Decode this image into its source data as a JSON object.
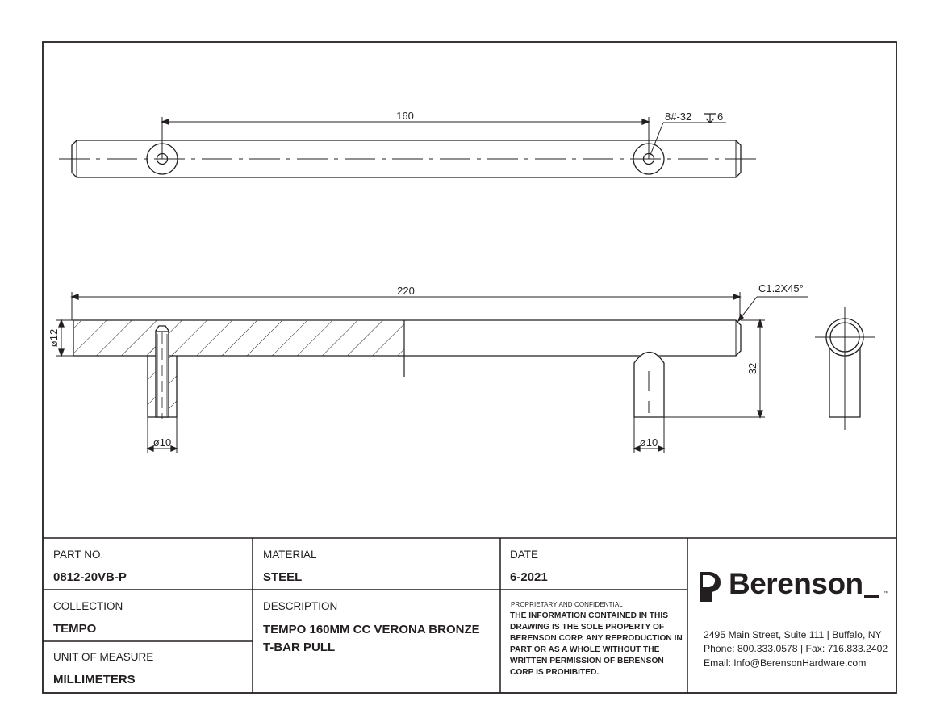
{
  "drawing": {
    "dim_center_to_center": "160",
    "dim_thread": "8#-32",
    "dim_thread_depth": "6",
    "dim_overall_length": "220",
    "dim_chamfer": "C1.2X45°",
    "dim_bar_diameter": "ø12",
    "dim_post_height": "32",
    "dim_post_diameter_left": "ø10",
    "dim_post_diameter_right": "ø10"
  },
  "title_block": {
    "part_no_label": "PART NO.",
    "part_no_value": "0812-20VB-P",
    "material_label": "MATERIAL",
    "material_value": "STEEL",
    "date_label": "DATE",
    "date_value": "6-2021",
    "collection_label": "COLLECTION",
    "collection_value": "TEMPO",
    "description_label": "DESCRIPTION",
    "description_value": "TEMPO 160MM CC VERONA BRONZE T-BAR PULL",
    "unit_label": "UNIT OF MEASURE",
    "unit_value": "MILLIMETERS",
    "confidential_heading": "PROPRIETARY AND CONFIDENTIAL",
    "confidential_text": "THE INFORMATION CONTAINED IN THIS DRAWING IS THE SOLE PROPERTY OF BERENSON CORP. ANY REPRODUCTION IN PART OR AS A WHOLE WITHOUT THE WRITTEN PERMISSION OF BERENSON CORP IS PROHIBITED."
  },
  "company": {
    "name": "Berenson",
    "trademark": "™",
    "address": "2495 Main Street, Suite 111 | Buffalo, NY",
    "phone": "Phone: 800.333.0578 | Fax: 716.833.2402",
    "email": "Email: Info@BerensonHardware.com"
  },
  "colors": {
    "ink": "#231f20",
    "paper": "#ffffff"
  }
}
